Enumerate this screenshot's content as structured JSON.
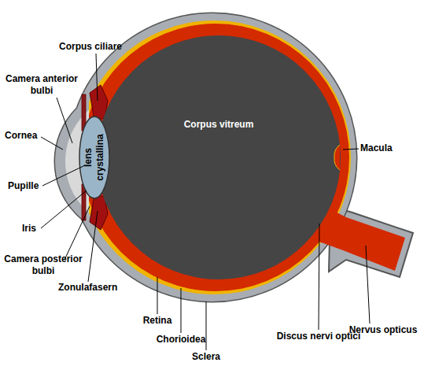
{
  "diagram": {
    "nodes": [
      {
        "text": [
          "Corpus vitreum"
        ]
      },
      {
        "text": [
          "lens crystallina"
        ]
      }
    ],
    "labels": [
      "Corpus ciliare",
      "Camera anterior bulbi",
      "Cornea",
      "Pupille",
      "Iris",
      "Camera posterior bulbi",
      "Zonulafasern",
      "Retina",
      "Chorioidea",
      "Sclera",
      "Discus nervi optici",
      "Nervus opticus",
      "Macula"
    ]
  }
}
